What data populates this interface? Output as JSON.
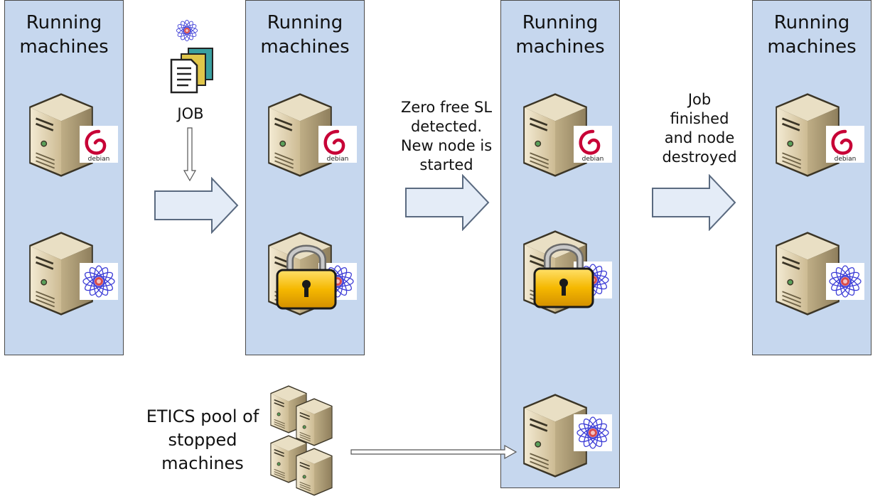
{
  "panels": {
    "p1": {
      "title_line1": "Running",
      "title_line2": "machines"
    },
    "p2": {
      "title_line1": "Running",
      "title_line2": "machines"
    },
    "p3": {
      "title_line1": "Running",
      "title_line2": "machines"
    },
    "p4": {
      "title_line1": "Running",
      "title_line2": "machines"
    }
  },
  "job": {
    "label": "JOB"
  },
  "step1": {
    "line1": "Zero free SL",
    "line2": "detected.",
    "line3": "New node is",
    "line4": "started"
  },
  "step2": {
    "line1": "Job",
    "line2": "finished",
    "line3": "and node",
    "line4": "destroyed"
  },
  "pool": {
    "line1": "ETICS pool of",
    "line2": "stopped",
    "line3": "machines"
  },
  "logos": {
    "debian": "debian"
  },
  "colors": {
    "panel": "#c6d7ee",
    "arrow_fill": "#e4ecf7",
    "lock_gold": "#f2b400",
    "debian_red": "#c70036"
  }
}
